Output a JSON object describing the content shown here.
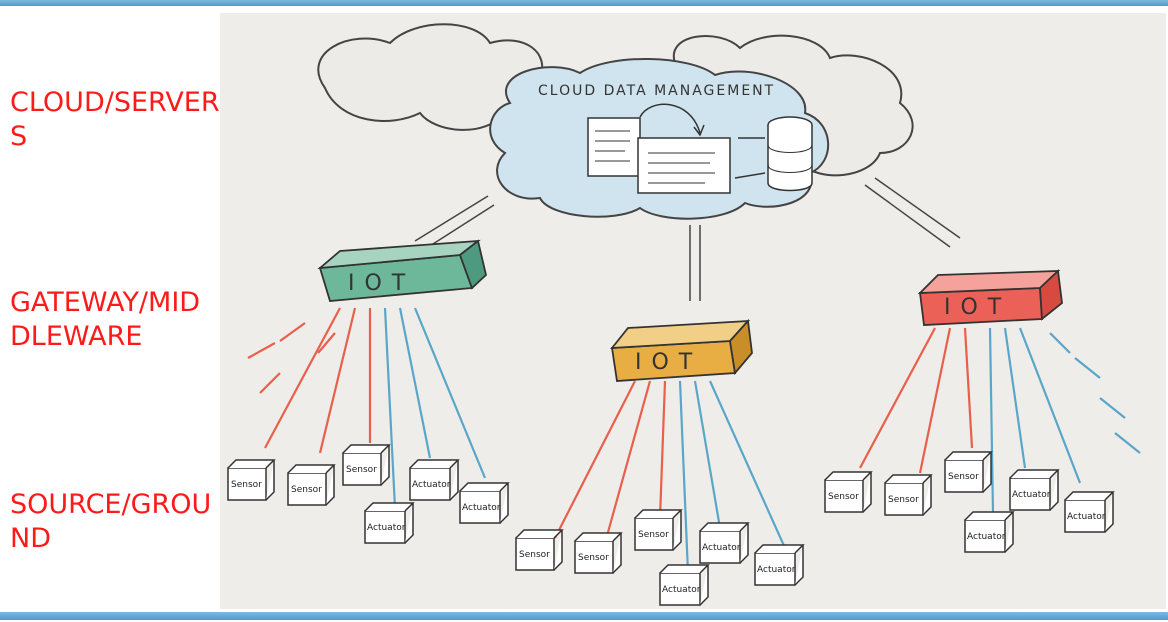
{
  "labels": {
    "cloud": "CLOUD/SERVERS",
    "gateway": "GATEWAY/MIDDLEWARE",
    "source": "SOURCE/GROUND"
  },
  "cloud": {
    "title": "CLOUD DATA MANAGEMENT"
  },
  "gateways": [
    {
      "text": "IOT",
      "color": "#5ea88e"
    },
    {
      "text": "IOT",
      "color": "#e0a33a"
    },
    {
      "text": "IOT",
      "color": "#e85a50"
    }
  ],
  "devices": {
    "sensor": "Sensor",
    "actuator": "Actuator"
  },
  "colors": {
    "label_red": "#ff1a1a",
    "sensor_line": "#e8604c",
    "actuator_line": "#5aa6c9",
    "rule_blue": "#4f9ad0"
  }
}
